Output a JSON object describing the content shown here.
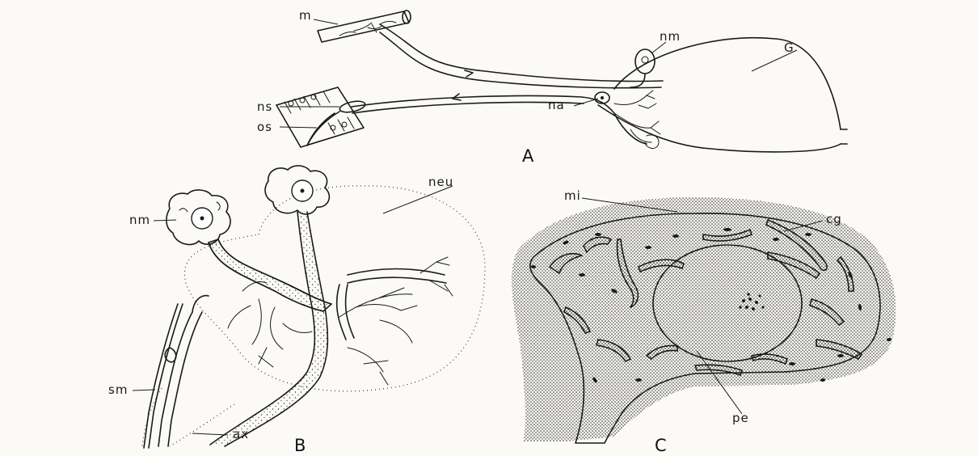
{
  "panels": {
    "A": {
      "panel_label": "A",
      "labels": {
        "m": "m",
        "nm": "nm",
        "G": "G",
        "ns": "ns",
        "na": "na",
        "os": "os"
      }
    },
    "B": {
      "panel_label": "B",
      "labels": {
        "neu": "neu",
        "nm": "nm",
        "sm": "sm",
        "ax": "ax"
      }
    },
    "C": {
      "panel_label": "C",
      "labels": {
        "mi": "mi",
        "cg": "cg",
        "pe": "pe"
      }
    }
  },
  "colors": {
    "ink": "#1a1a1a",
    "paper": "#fbfaf7"
  }
}
